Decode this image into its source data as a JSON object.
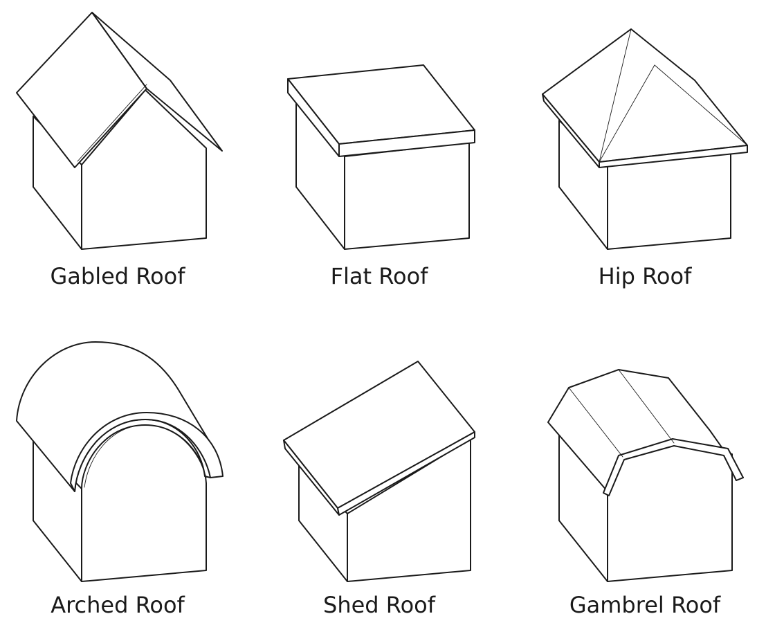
{
  "roofs": [
    {
      "label": "Gabled Roof"
    },
    {
      "label": "Flat Roof"
    },
    {
      "label": "Hip Roof"
    },
    {
      "label": "Arched Roof"
    },
    {
      "label": "Shed Roof"
    },
    {
      "label": "Gambrel Roof"
    }
  ]
}
